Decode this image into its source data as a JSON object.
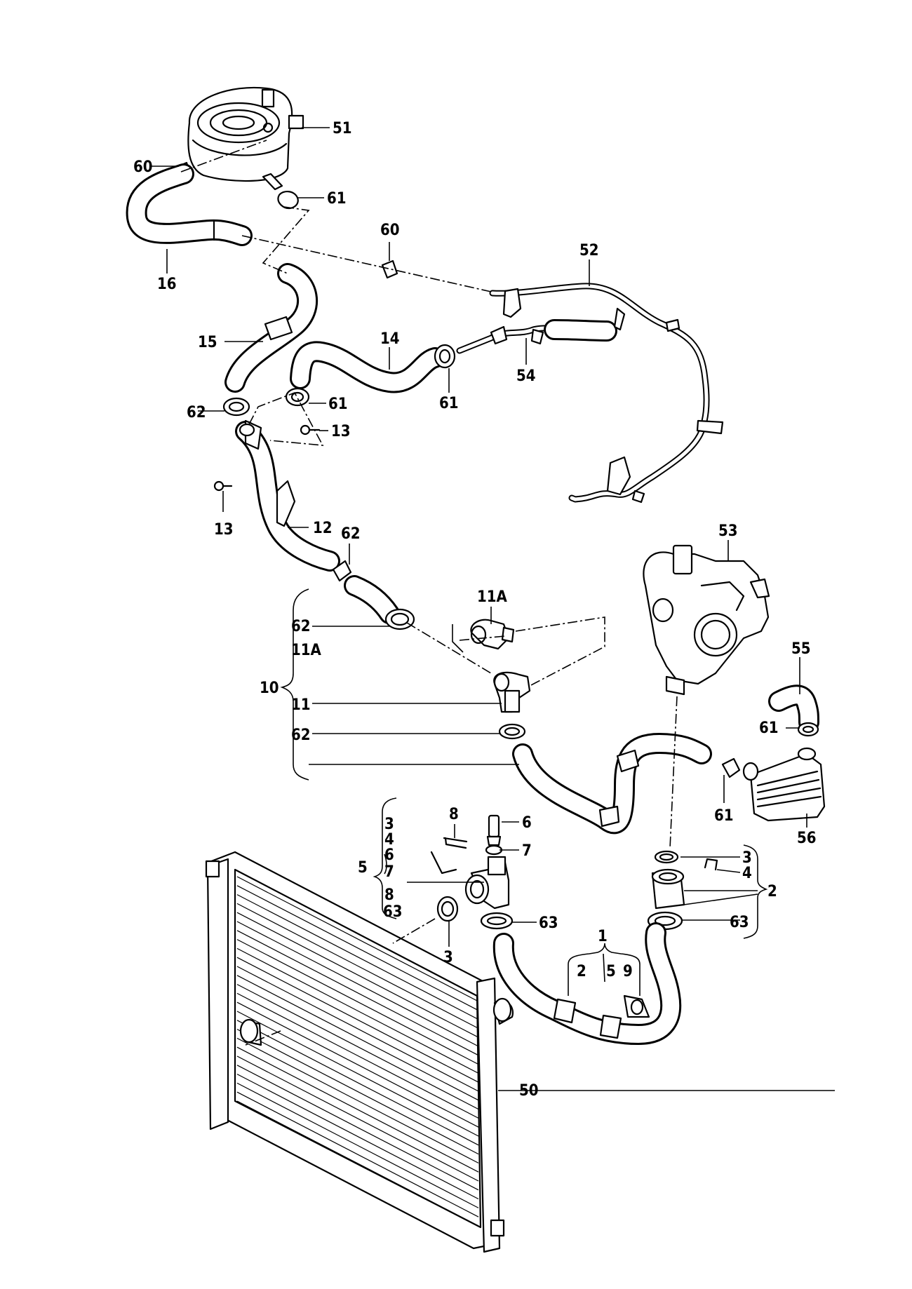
{
  "diagram": {
    "callouts": {
      "c51": "51",
      "c60a": "60",
      "c61a": "61",
      "c16": "16",
      "c60b": "60",
      "c52": "52",
      "c15": "15",
      "c14": "14",
      "c54": "54",
      "c61b": "61",
      "c61c": "61",
      "c62a": "62",
      "c13a": "13",
      "c13b": "13",
      "c12": "12",
      "c62b": "62",
      "c53": "53",
      "c11Aa": "11A",
      "c62c": "62",
      "c11Ab": "11A",
      "c10": "10",
      "c11": "11",
      "c62d": "62",
      "c55": "55",
      "c61d": "61",
      "c61e": "61",
      "c56": "56",
      "c8a": "8",
      "c6": "6",
      "c7": "7",
      "c3a": "3",
      "c4a": "4",
      "c6b": "6",
      "c5a": "5",
      "c7b": "7",
      "c8b": "8",
      "c63a": "63",
      "c3b": "3",
      "c63b": "63",
      "c3c": "3",
      "c4b": "4",
      "c2a": "2",
      "c63c": "63",
      "c1": "1",
      "c2b": "2",
      "c5b": "5",
      "c9": "9",
      "c50": "50"
    }
  }
}
